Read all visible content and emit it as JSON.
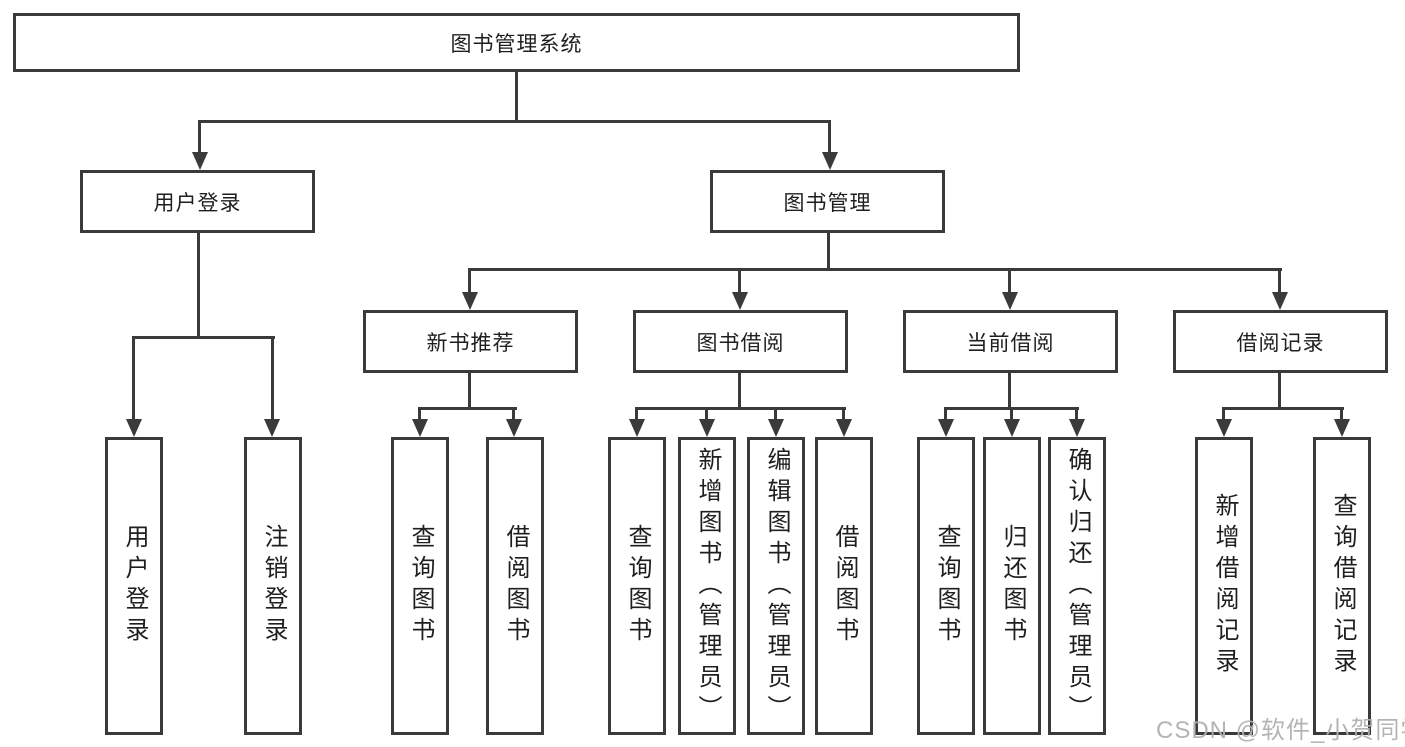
{
  "tree": {
    "label": "图书管理系统",
    "children": [
      {
        "label": "用户登录",
        "children": [
          {
            "label": "用户登录"
          },
          {
            "label": "注销登录"
          }
        ]
      },
      {
        "label": "图书管理",
        "children": [
          {
            "label": "新书推荐",
            "children": [
              {
                "label": "查询图书"
              },
              {
                "label": "借阅图书"
              }
            ]
          },
          {
            "label": "图书借阅",
            "children": [
              {
                "label": "查询图书"
              },
              {
                "label": "新增图书（管理员）"
              },
              {
                "label": "编辑图书（管理员）"
              },
              {
                "label": "借阅图书"
              }
            ]
          },
          {
            "label": "当前借阅",
            "children": [
              {
                "label": "查询图书"
              },
              {
                "label": "归还图书"
              },
              {
                "label": "确认归还（管理员）"
              }
            ]
          },
          {
            "label": "借阅记录",
            "children": [
              {
                "label": "新增借阅记录"
              },
              {
                "label": "查询借阅记录"
              }
            ]
          }
        ]
      }
    ]
  },
  "watermark": "CSDN @软件_小贺同学",
  "colors": {
    "line": "#3a3a3a",
    "text": "#1f1f1f",
    "background": "#ffffff",
    "watermark": "#b0b0b0"
  }
}
